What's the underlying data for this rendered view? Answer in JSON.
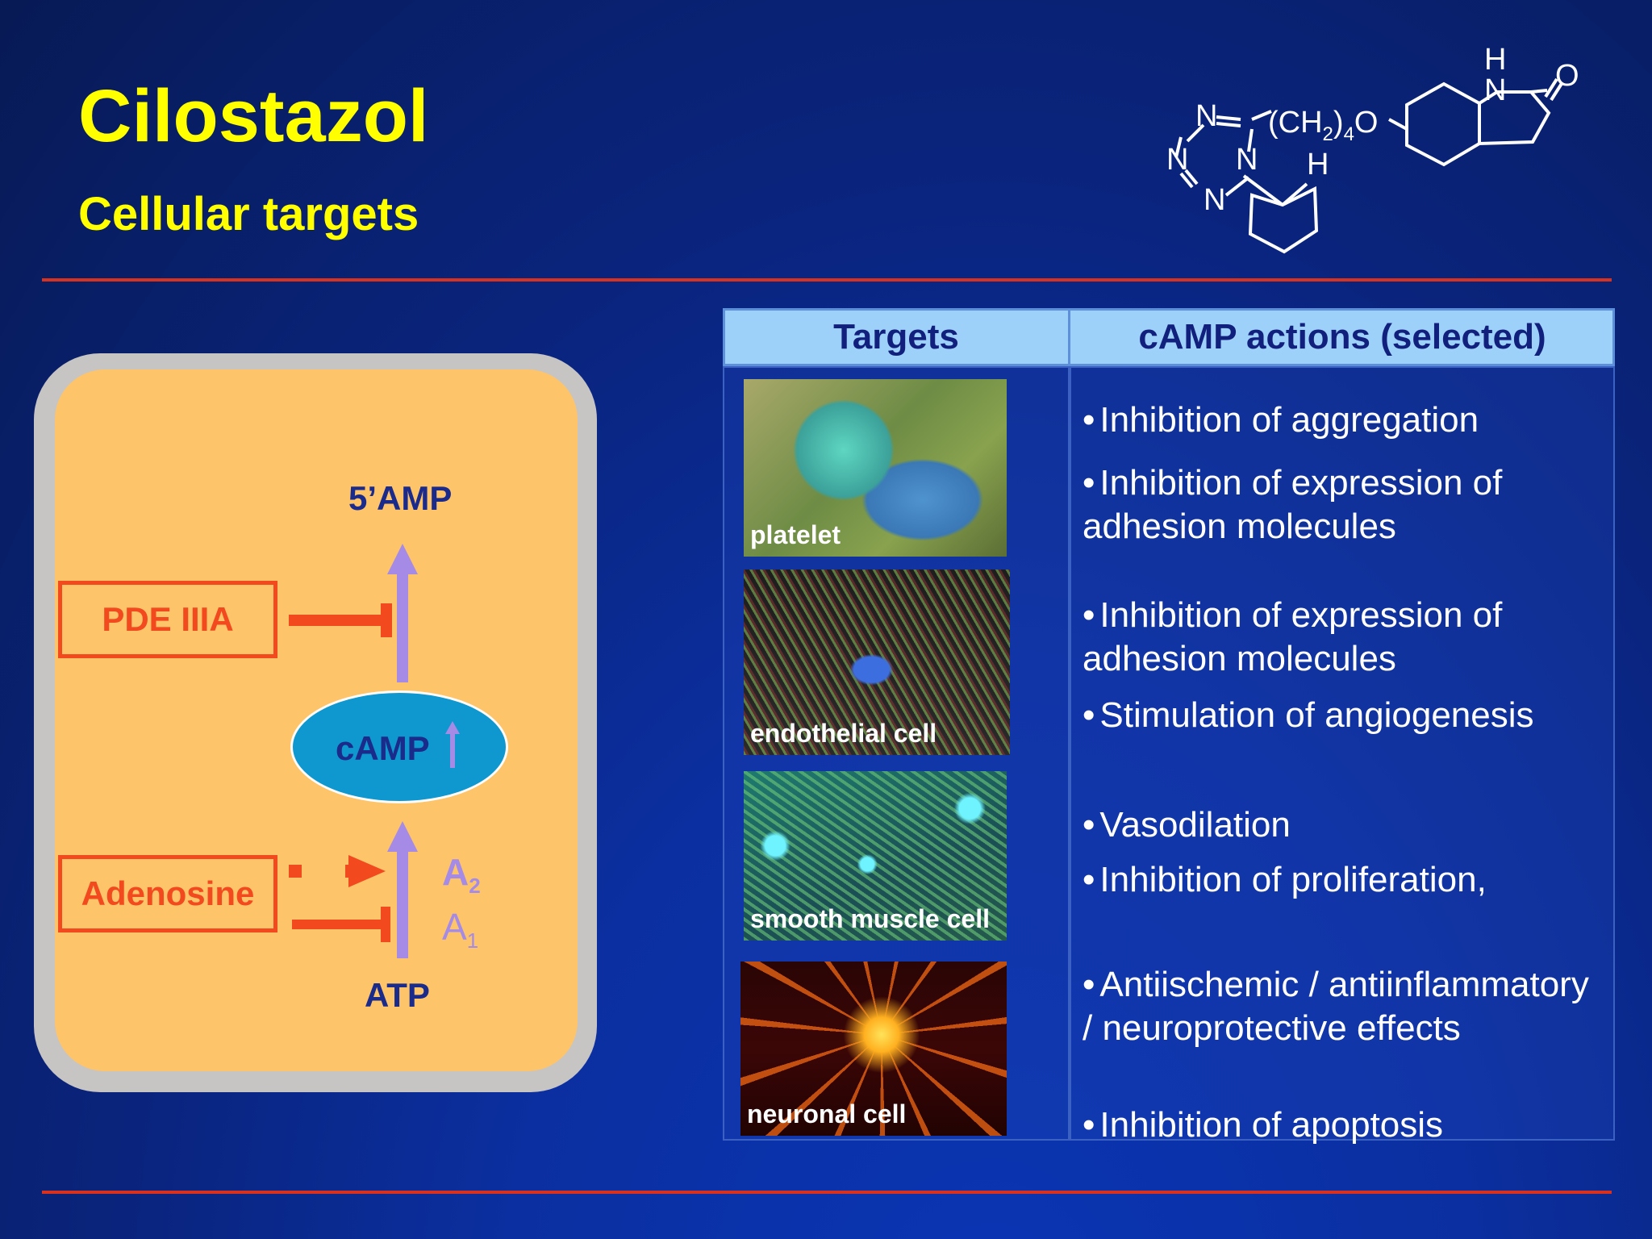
{
  "header": {
    "title": "Cilostazol",
    "subtitle": "Cellular targets"
  },
  "structure": {
    "chain_label": "(CH",
    "chain_sub": "2",
    "chain_end": ")",
    "chain_sub4": "4",
    "chain_o": "O",
    "atoms": {
      "n": "N",
      "h": "H",
      "o": "O"
    }
  },
  "diagram": {
    "amp_label": "5’AMP",
    "pde_label": "PDE IIIA",
    "camp_label": "cAMP",
    "adenosine_label": "Adenosine",
    "atp_label": "ATP",
    "a2_label": "A",
    "a2_sub": "2",
    "a1_label": "A",
    "a1_sub": "1",
    "colors": {
      "cell": "#fec46a",
      "frame": "#c7c4c4",
      "arrow": "#a58be6",
      "inhibit": "#f24a1e",
      "camp": "#0f98cf"
    }
  },
  "table": {
    "headers": [
      "Targets",
      "cAMP actions (selected)"
    ],
    "rows": [
      {
        "caption": "platelet",
        "icon": "platelet-micrograph",
        "actions": [
          "Inhibition of aggregation",
          "Inhibition of expression of adhesion molecules"
        ]
      },
      {
        "caption": "endothelial cell",
        "icon": "endothelial-cell-micrograph",
        "actions": [
          "Inhibition of expression of adhesion molecules",
          "Stimulation of angiogenesis"
        ]
      },
      {
        "caption": "smooth muscle cell",
        "icon": "smooth-muscle-cell-micrograph",
        "actions": [
          "Vasodilation",
          "Inhibition of proliferation,"
        ]
      },
      {
        "caption": "neuronal cell",
        "icon": "neuronal-cell-micrograph",
        "actions": [
          "Antiischemic / antiinflammatory / neuroprotective effects",
          "Inhibition of apoptosis"
        ]
      }
    ],
    "colors": {
      "header_bg": "#9ed1f9",
      "header_text": "#12207d",
      "rule": "#d8321e"
    }
  }
}
